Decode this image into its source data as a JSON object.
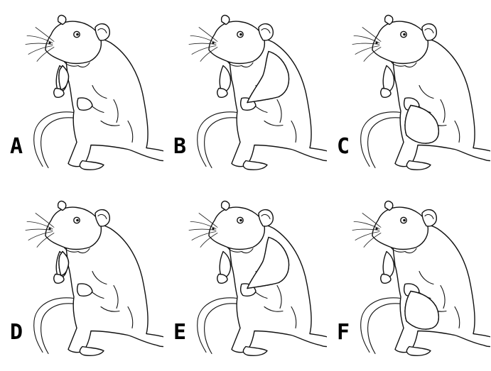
{
  "panels": [
    {
      "label": "A",
      "region": "forelimb",
      "color": "#3a3fd6"
    },
    {
      "label": "B",
      "region": "trunk",
      "color": "#3a3fd6"
    },
    {
      "label": "C",
      "region": "hindlimb",
      "color": "#3a3fd6"
    },
    {
      "label": "D",
      "region": "forelimb",
      "color": "#000000"
    },
    {
      "label": "E",
      "region": "trunk",
      "color": "#000000"
    },
    {
      "label": "F",
      "region": "hindlimb",
      "color": "#000000"
    }
  ]
}
